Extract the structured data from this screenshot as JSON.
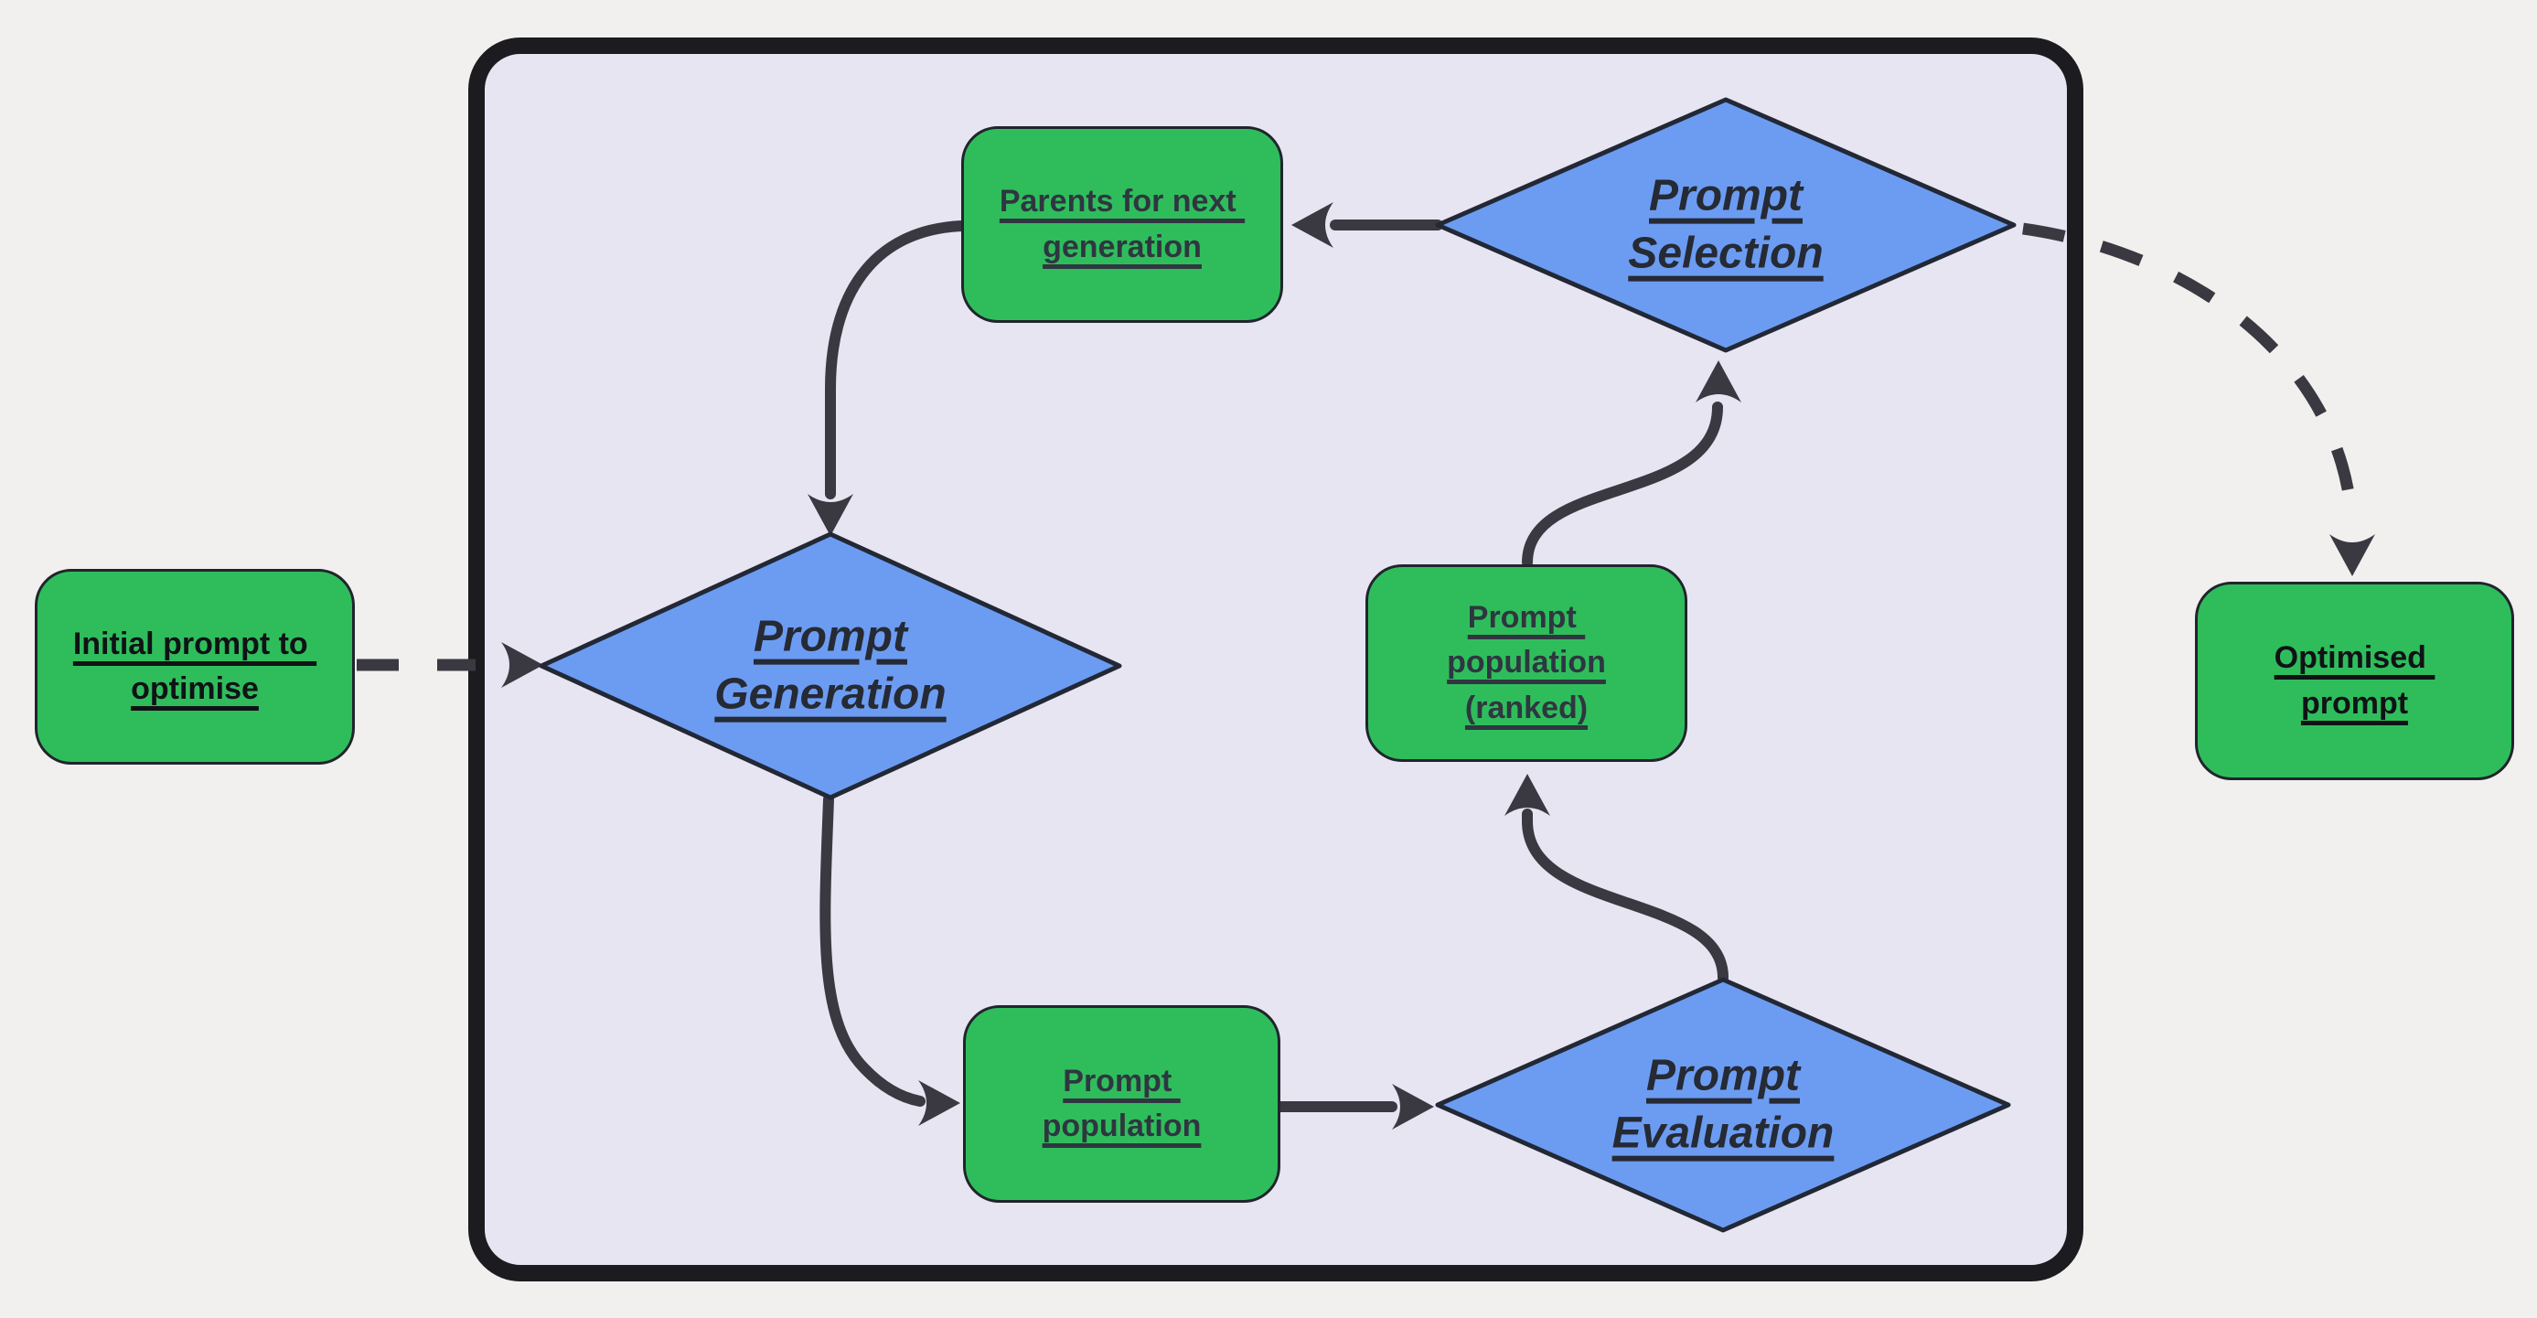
{
  "diagram": {
    "title": "Prompt optimisation loop flowchart",
    "colors": {
      "page_background": "#f1f0ee",
      "container_fill": "#e7e5f1",
      "container_border": "#1c1b1f",
      "green_node_fill": "#2fbd5c",
      "blue_diamond_fill": "#6c9cf2",
      "node_border": "#20252c",
      "arrow": "#3a3942",
      "text_black": "#101216",
      "text_slate": "#2f3640"
    },
    "nodes": {
      "initial_prompt": {
        "label": "Initial prompt to \noptimise",
        "shape": "rounded-rectangle",
        "fill": "green"
      },
      "parents_next_gen": {
        "label": "Parents for next \ngeneration",
        "shape": "rounded-rectangle",
        "fill": "green"
      },
      "prompt_generation": {
        "label": "Prompt\nGeneration",
        "shape": "diamond",
        "fill": "blue"
      },
      "prompt_population": {
        "label": "Prompt \npopulation",
        "shape": "rounded-rectangle",
        "fill": "green"
      },
      "prompt_evaluation": {
        "label": "Prompt\nEvaluation",
        "shape": "diamond",
        "fill": "blue"
      },
      "population_ranked": {
        "label": "Prompt \npopulation\n(ranked)",
        "shape": "rounded-rectangle",
        "fill": "green"
      },
      "prompt_selection": {
        "label": "Prompt\nSelection",
        "shape": "diamond",
        "fill": "blue"
      },
      "optimised_prompt": {
        "label": "Optimised \nprompt",
        "shape": "rounded-rectangle",
        "fill": "green"
      }
    },
    "edges": [
      {
        "from": "initial_prompt",
        "to": "prompt_generation",
        "style": "dashed"
      },
      {
        "from": "parents_next_gen",
        "to": "prompt_generation",
        "style": "solid"
      },
      {
        "from": "prompt_generation",
        "to": "prompt_population",
        "style": "solid"
      },
      {
        "from": "prompt_population",
        "to": "prompt_evaluation",
        "style": "solid"
      },
      {
        "from": "prompt_evaluation",
        "to": "population_ranked",
        "style": "solid"
      },
      {
        "from": "population_ranked",
        "to": "prompt_selection",
        "style": "solid"
      },
      {
        "from": "prompt_selection",
        "to": "parents_next_gen",
        "style": "solid"
      },
      {
        "from": "prompt_selection",
        "to": "optimised_prompt",
        "style": "dashed"
      }
    ]
  }
}
